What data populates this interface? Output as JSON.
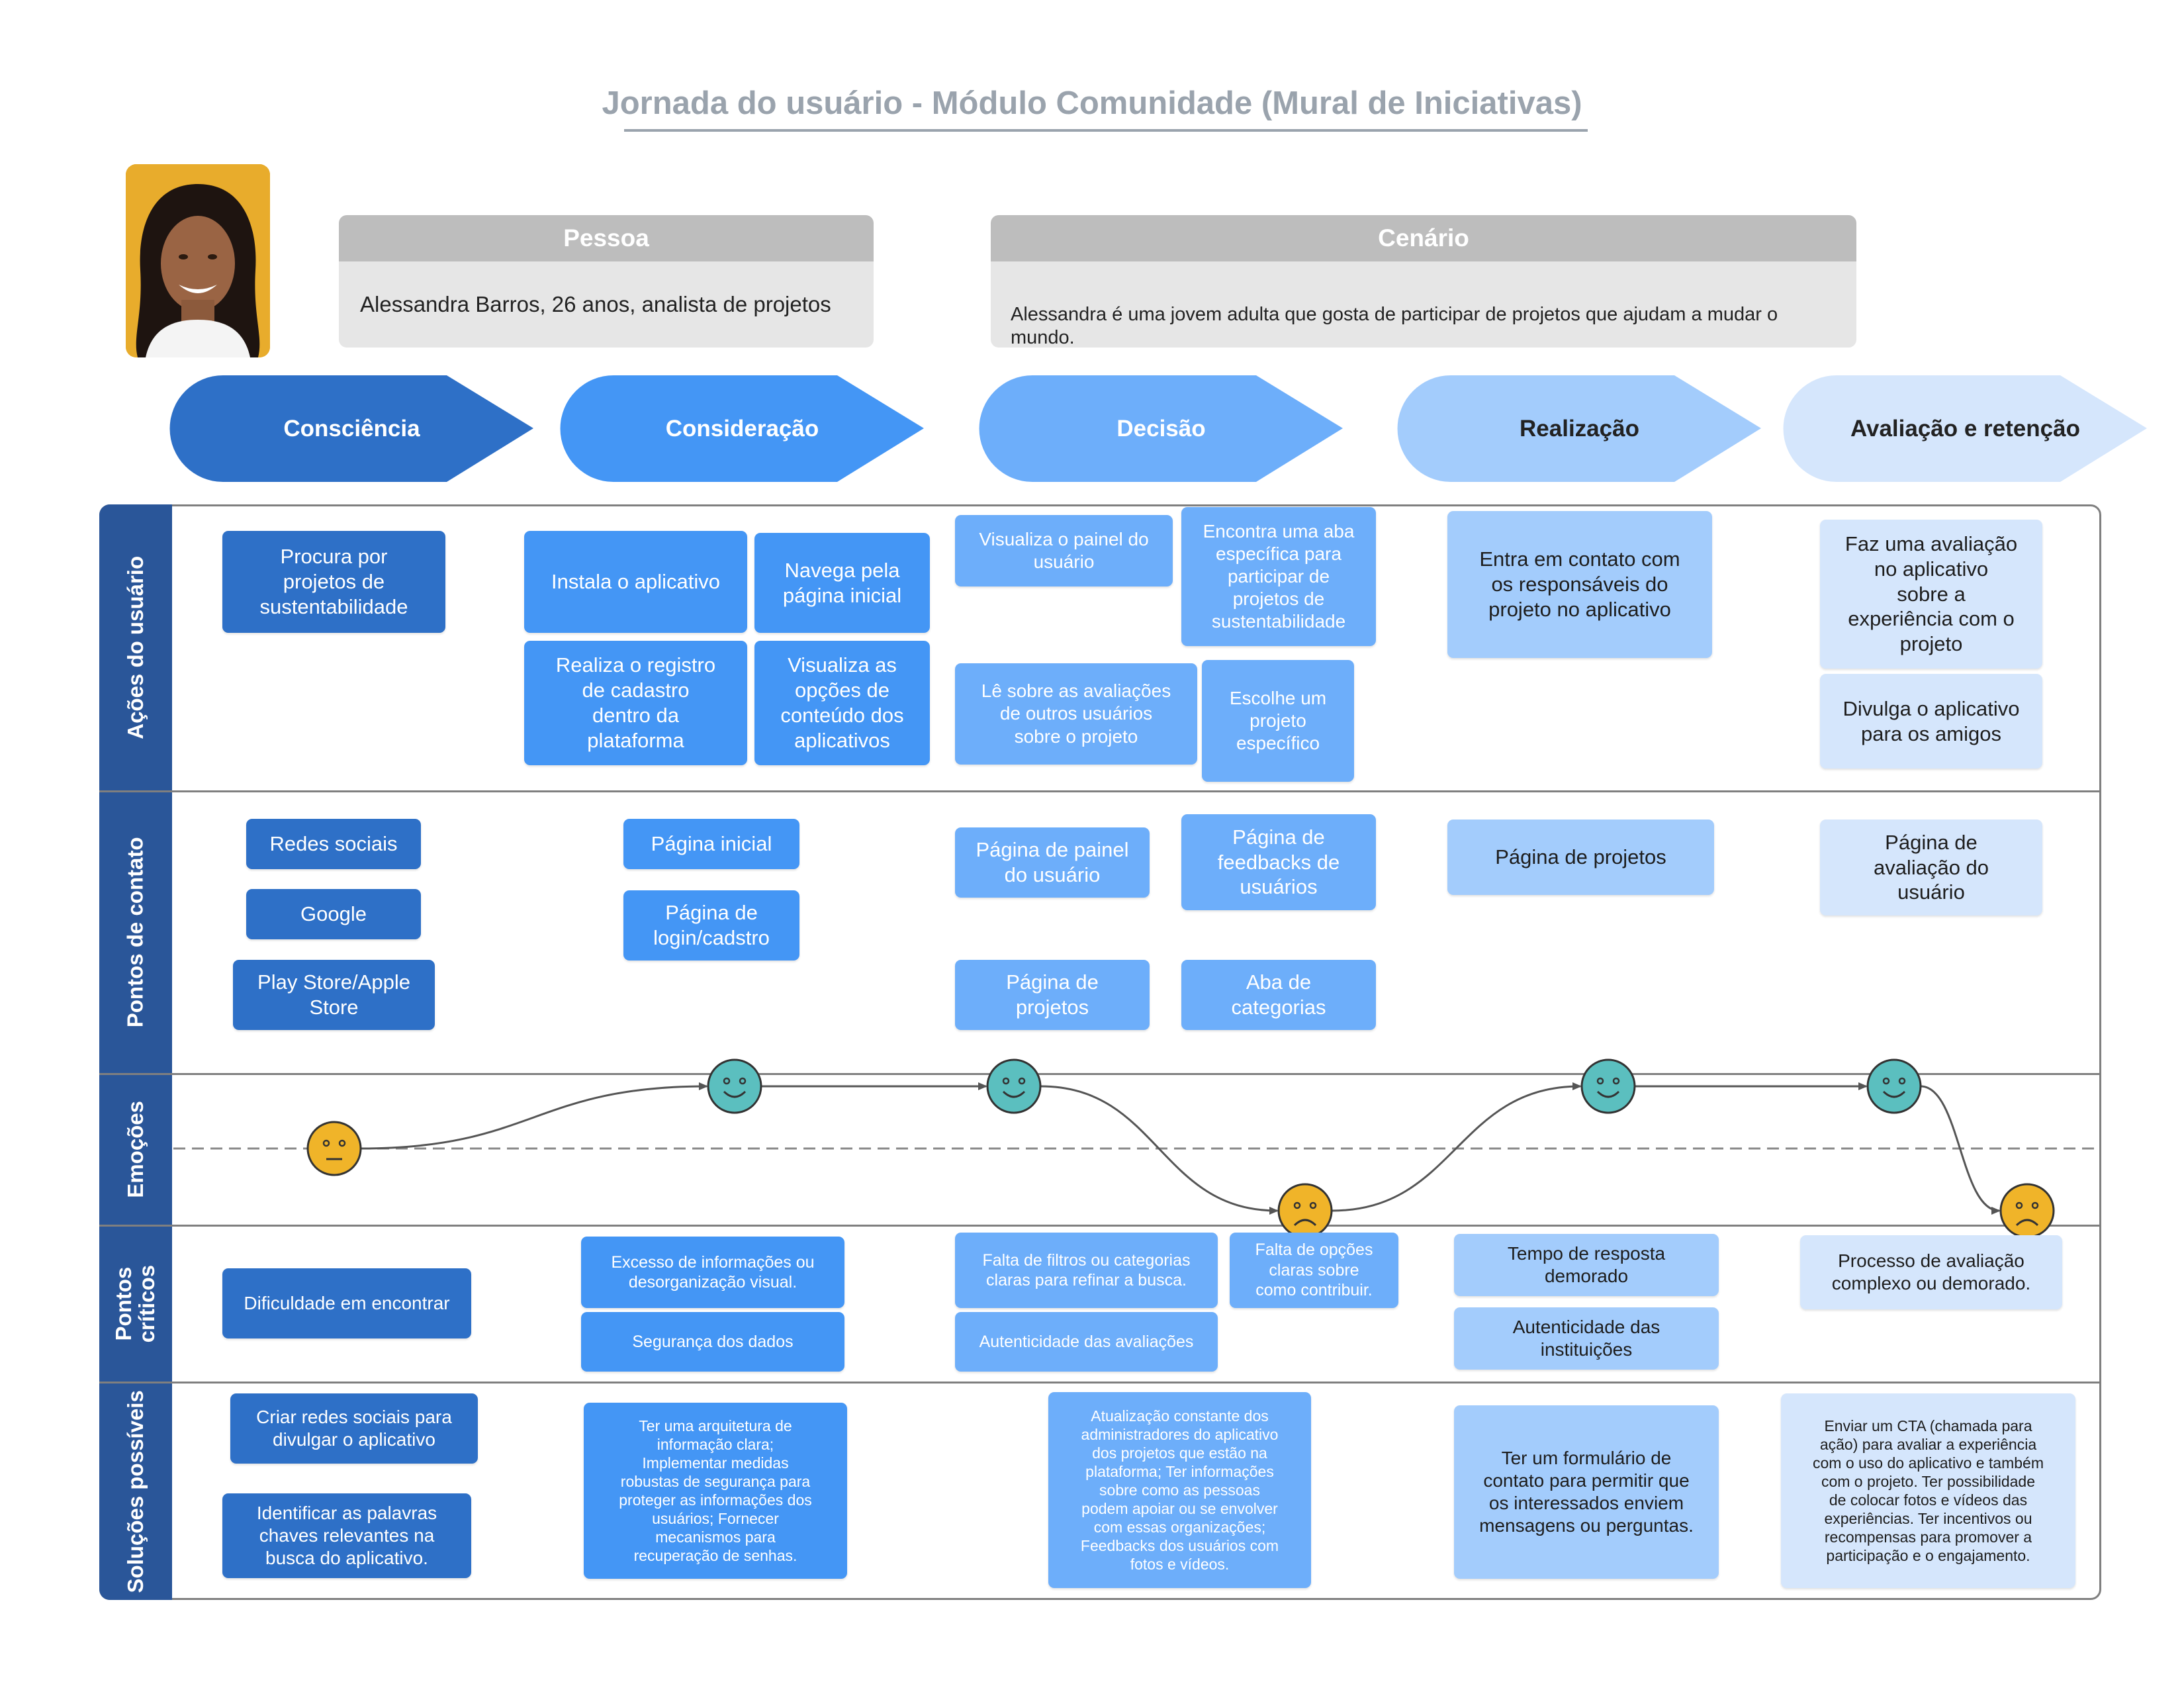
{
  "title": "Jornada do usuário - Módulo Comunidade (Mural de Iniciativas)",
  "persona": {
    "header": "Pessoa",
    "text": "Alessandra Barros, 26 anos, analista de projetos",
    "avatar_icon": "person-photo"
  },
  "scenario": {
    "header": "Cenário",
    "text": "Alessandra é uma jovem adulta que gosta de participar de projetos que ajudam a mudar o\n   mundo."
  },
  "stages": [
    "Consciência",
    "Consideração",
    "Decisão",
    "Realização",
    "Avaliação e retenção"
  ],
  "lanes": [
    "Ações do usuário",
    "Pontos de contato",
    "Emoções",
    "Pontos\ncríticos",
    "Soluções possíveis"
  ],
  "colors": {
    "stage1": "#2e70c7",
    "stage2": "#4496f5",
    "stage3": "#6daefa",
    "stage4": "#a3ccfc",
    "stage5": "#d5e6fc",
    "lane_bar": "#2a5699",
    "face_neutral": "#f0b429",
    "face_happy": "#5bbfbf",
    "face_sad": "#f0b429"
  },
  "actions": {
    "s1": [
      "Procura por\nprojetos de\nsustentabilidade"
    ],
    "s2": [
      "Instala o aplicativo",
      "Navega pela\npágina inicial",
      "Realiza o registro\nde cadastro\ndentro da\nplataforma",
      "Visualiza as\nopções de\nconteúdo dos\naplicativos"
    ],
    "s3": [
      "Visualiza o painel do\nusuário",
      "Encontra uma aba\nespecífica para\nparticipar de\nprojetos de\nsustentabilidade",
      "Lê sobre as avaliações\nde outros usuários\nsobre o projeto",
      "Escolhe um\nprojeto\nespecífico"
    ],
    "s4": [
      "Entra em contato com\nos responsáveis do\nprojeto no aplicativo"
    ],
    "s5": [
      "Faz uma avaliação\nno aplicativo\nsobre a\nexperiência com o\nprojeto",
      "Divulga o aplicativo\npara os amigos"
    ]
  },
  "touchpoints": {
    "s1": [
      "Redes sociais",
      "Google",
      "Play Store/Apple\nStore"
    ],
    "s2": [
      "Página inicial",
      "Página  de\nlogin/cadstro"
    ],
    "s3": [
      "Página de painel\ndo usuário",
      "Página de\nfeedbacks de\nusuários",
      "Página de\nprojetos",
      "Aba de\ncategorias"
    ],
    "s4": [
      "Página de projetos"
    ],
    "s5": [
      "Página de\navaliação do\nusuário"
    ]
  },
  "emotions": {
    "sequence": [
      "neutral",
      "happy",
      "happy",
      "sad",
      "happy",
      "happy",
      "sad"
    ],
    "scale": {
      "happy": 1,
      "neutral": 0,
      "sad": -1
    }
  },
  "pain_points": {
    "s1": [
      "Dificuldade em encontrar"
    ],
    "s2": [
      "Excesso de informações ou\ndesorganização visual.",
      "Segurança dos dados"
    ],
    "s3": [
      "Falta de filtros ou categorias\nclaras para refinar a busca.",
      "Falta de opções\nclaras sobre\ncomo contribuir.",
      "Autenticidade das avaliações"
    ],
    "s4": [
      "Tempo de resposta\ndemorado",
      "Autenticidade das\ninstituições"
    ],
    "s5": [
      "Processo de avaliação\ncomplexo ou demorado."
    ]
  },
  "solutions": {
    "s1": [
      "Criar redes sociais para\ndivulgar o aplicativo",
      "Identificar as palavras\nchaves relevantes na\nbusca do aplicativo."
    ],
    "s2": [
      "Ter uma arquitetura de\ninformação clara;\nImplementar medidas\nrobustas de segurança para\nproteger as informações dos\nusuários; Fornecer\nmecanismos para\nrecuperação de senhas."
    ],
    "s3": [
      "Atualização constante dos\nadministradores do aplicativo\ndos projetos que estão na\nplataforma; Ter informações\nsobre como as pessoas\npodem apoiar ou se envolver\ncom essas organizações;\nFeedbacks dos usuários com\nfotos e vídeos."
    ],
    "s4": [
      "Ter um formulário de\ncontato para permitir que\nos interessados enviem\nmensagens ou perguntas."
    ],
    "s5": [
      "Enviar um CTA (chamada para\nação) para avaliar a experiência\ncom o uso do aplicativo e também\ncom o projeto. Ter possibilidade\nde colocar fotos e vídeos das\nexperiências. Ter incentivos ou\nrecompensas para promover a\nparticipação e o engajamento."
    ]
  }
}
